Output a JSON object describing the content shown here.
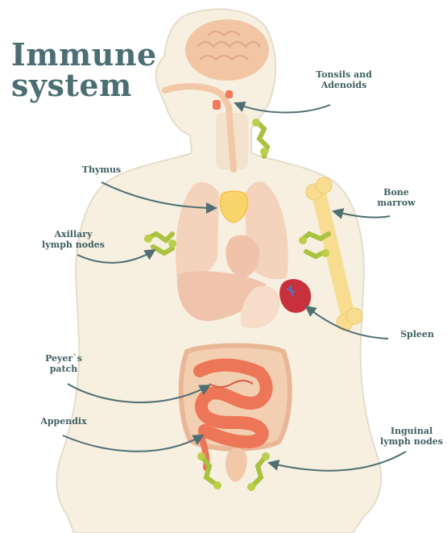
{
  "title": {
    "line1": "Immune",
    "line2": "system"
  },
  "labels": {
    "tonsils": {
      "line1": "Tonsils and",
      "line2": "Adenoids"
    },
    "thymus": "Thymus",
    "bone_marrow": {
      "line1": "Bone",
      "line2": "marrow"
    },
    "axillary": {
      "line1": "Axillary",
      "line2": "lymph nodes"
    },
    "spleen": "Spleen",
    "peyers": {
      "line1": "Peyer`s",
      "line2": "patch"
    },
    "appendix": "Appendix",
    "inguinal": {
      "line1": "Inguinal",
      "line2": "lymph nodes"
    }
  },
  "colors": {
    "title": "#4b6e72",
    "label": "#3f5f63",
    "body_fill": "#f7efe0",
    "body_outline": "#e6dccb",
    "brain": "#f2c6a4",
    "thymus": "#f8d46a",
    "lymph": "#a9c23f",
    "spleen": "#c8313c",
    "bone": "#f8dc90",
    "intestine": "#ec7657",
    "leader": "#4f6f72"
  }
}
